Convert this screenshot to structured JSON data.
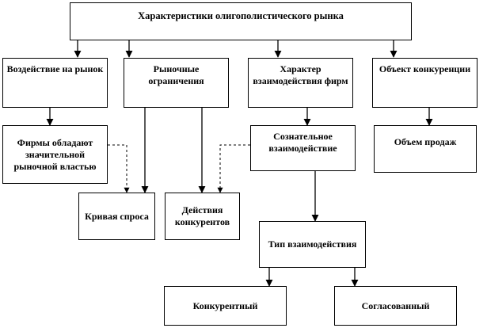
{
  "diagram": {
    "title": "Характеристики олигополистического рынка",
    "market_impact": "Воздействие на рынок",
    "market_limits": "Рыночные ограничения",
    "interaction_nature": "Характер взаимодействия фирм",
    "competition_object": "Объект конкуренции",
    "market_power": "Фирмы обладают значительной рыночной властью",
    "conscious_interaction": "Сознательное взаимодействие",
    "sales_volume": "Объем продаж",
    "demand_curve": "Кривая спроса",
    "competitor_actions": "Действия конкурентов",
    "interaction_type": "Тип взаимодействия",
    "competitive": "Конкурентный",
    "coordinated": "Согласованный"
  }
}
